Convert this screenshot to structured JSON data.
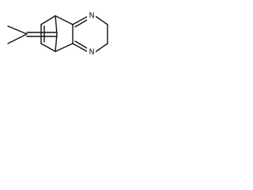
{
  "molecule": {
    "atoms": [
      {
        "id": "n_top",
        "label": "N"
      },
      {
        "id": "n_bottom",
        "label": "N"
      }
    ]
  }
}
